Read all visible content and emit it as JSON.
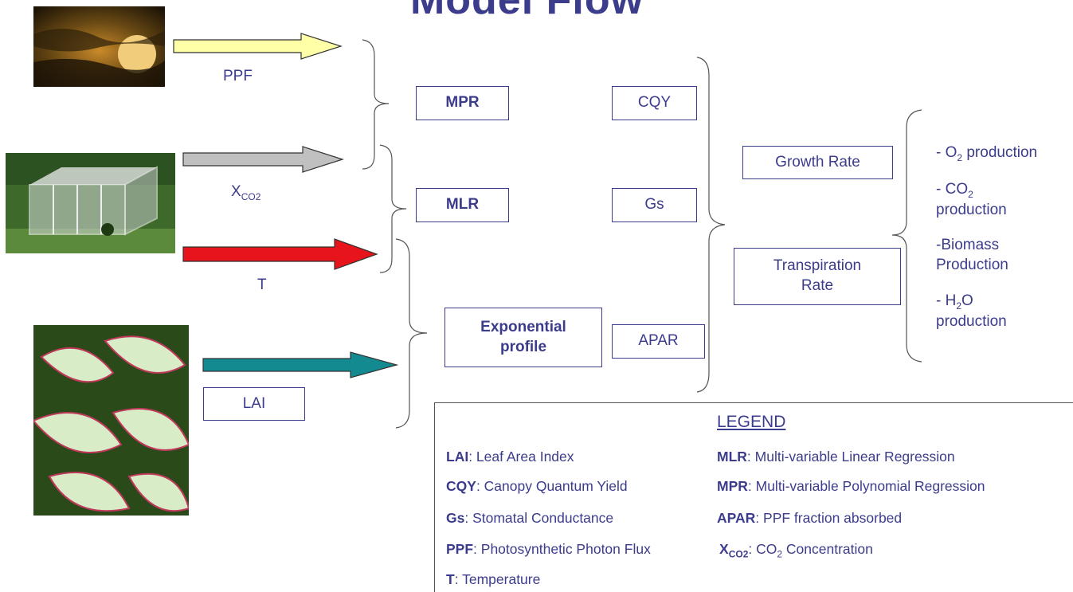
{
  "title": "Model Flow",
  "inputs": {
    "ppf_label": "PPF",
    "xco2_label_main": "X",
    "xco2_label_sub": "CO2",
    "t_label": "T",
    "lai_label": "LAI"
  },
  "models": {
    "mpr": "MPR",
    "mlr": "MLR",
    "exp_line1": "Exponential",
    "exp_line2": "profile"
  },
  "params": {
    "cqy": "CQY",
    "gs": "Gs",
    "apar": "APAR"
  },
  "rates": {
    "growth": "Growth Rate",
    "transp_line1": "Transpiration",
    "transp_line2": "Rate"
  },
  "outputs": {
    "o2_pre": "- O",
    "o2_sub": "2",
    "o2_post": " production",
    "co2_pre": "- CO",
    "co2_sub": "2",
    "co2_post": "production",
    "biomass_line1": "-Biomass",
    "biomass_line2": "Production",
    "h2o_pre": "- H",
    "h2o_sub": "2",
    "h2o_mid": "O",
    "h2o_post": "production"
  },
  "legend": {
    "title": "LEGEND",
    "lai_key": "LAI",
    "lai_val": ": Leaf Area Index",
    "cqy_key": "CQY",
    "cqy_val": ": Canopy Quantum Yield",
    "gs_key": "Gs",
    "gs_val": ": Stomatal Conductance",
    "ppf_key": "PPF",
    "ppf_val": ": Photosynthetic Photon Flux",
    "t_key": "T",
    "t_val": ": Temperature",
    "mlr_key": "MLR",
    "mlr_val": ": Multi-variable Linear Regression",
    "mpr_key": "MPR",
    "mpr_val": ": Multi-variable Polynomial Regression",
    "apar_key": "APAR",
    "apar_val": ": PPF fraction absorbed",
    "xco2_key_main": "X",
    "xco2_key_sub": "CO2",
    "xco2_val_pre": ": CO",
    "xco2_val_sub": "2",
    "xco2_val_post": " Concentration"
  },
  "colors": {
    "text": "#3c3c8c",
    "ppf_arrow": "#ffffa8",
    "xco2_arrow": "#c0c0c0",
    "t_arrow": "#e8141c",
    "lai_arrow": "#138a8f"
  }
}
